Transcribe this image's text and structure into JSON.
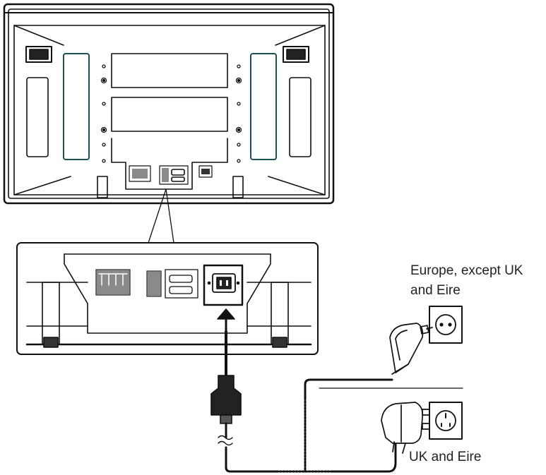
{
  "labels": {
    "europe_line1": "Europe, except UK",
    "europe_line2": "and Eire",
    "uk": "UK and Eire"
  },
  "colors": {
    "stroke": "#111111",
    "panel_accent": "#1d4f57",
    "plug_fill": "#222222",
    "terminal_gray": "#8a8a8a",
    "background": "#ffffff"
  },
  "icons": [
    "display-rear-icon",
    "power-inlet-icon",
    "power-cord-icon",
    "schuko-plug-icon",
    "uk-plug-icon",
    "schuko-socket-icon",
    "uk-socket-icon"
  ]
}
